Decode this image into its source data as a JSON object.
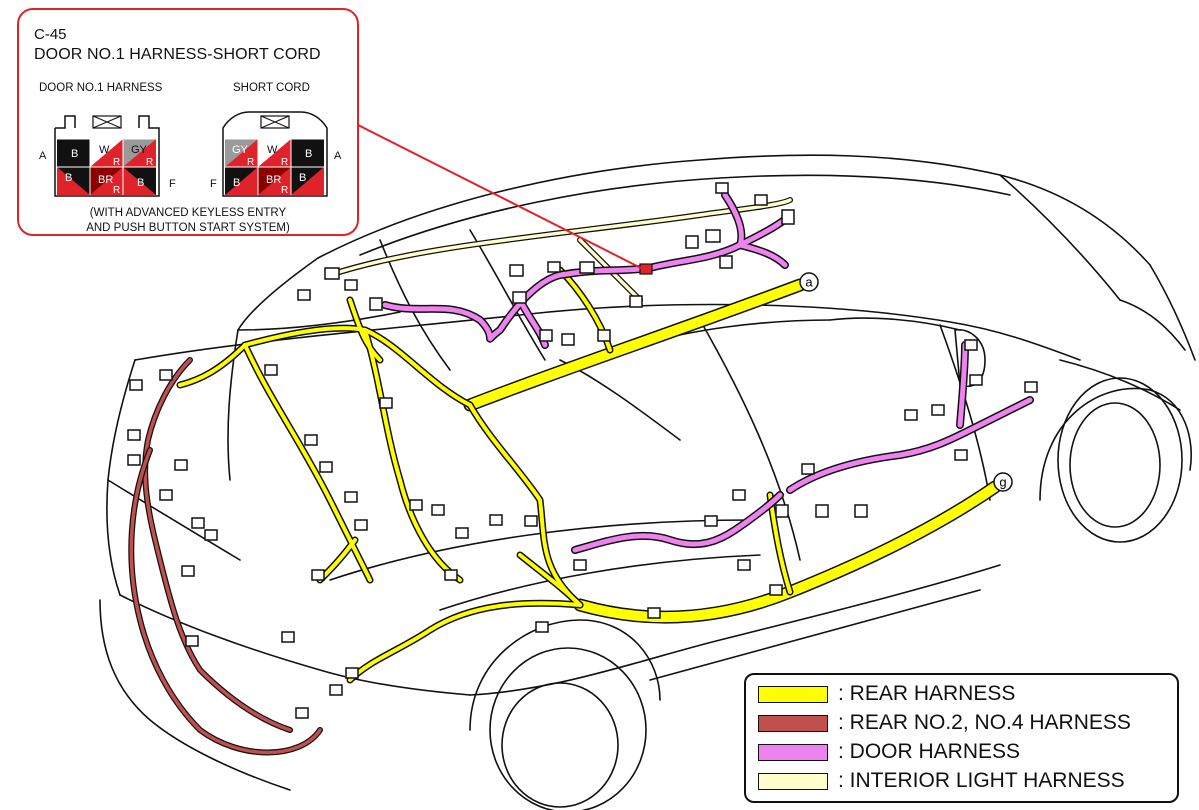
{
  "callout": {
    "code": "C-45",
    "name": "DOOR NO.1 HARNESS-SHORT CORD",
    "left_connector": {
      "label": "DOOR NO.1 HARNESS",
      "side_top": "A",
      "side_bottom": "F",
      "top_row": [
        {
          "main": "B",
          "sub": ""
        },
        {
          "main": "W",
          "sub": "R"
        },
        {
          "main": "GY",
          "sub": "R"
        }
      ],
      "bottom_row": [
        {
          "main": "B",
          "sub": ""
        },
        {
          "main": "BR",
          "sub": "R"
        },
        {
          "main": "B",
          "sub": ""
        }
      ]
    },
    "right_connector": {
      "label": "SHORT CORD",
      "side_top": "A",
      "side_bottom": "F",
      "top_row": [
        {
          "main": "GY",
          "sub": "R"
        },
        {
          "main": "W",
          "sub": "R"
        },
        {
          "main": "B",
          "sub": ""
        }
      ],
      "bottom_row": [
        {
          "main": "B",
          "sub": ""
        },
        {
          "main": "BR",
          "sub": "R"
        },
        {
          "main": "B",
          "sub": ""
        }
      ]
    },
    "note_line1": "(WITH ADVANCED KEYLESS ENTRY",
    "note_line2": "AND PUSH BUTTON START SYSTEM)"
  },
  "markers": {
    "a": "a",
    "g": "g"
  },
  "legend": {
    "items": [
      {
        "label": ": REAR HARNESS",
        "color": "#ffff00"
      },
      {
        "label": ": REAR NO.2, NO.4 HARNESS",
        "color": "#c0504d"
      },
      {
        "label": ": DOOR HARNESS",
        "color": "#ee82ee"
      },
      {
        "label": ": INTERIOR LIGHT HARNESS",
        "color": "#ffffcc"
      }
    ]
  }
}
